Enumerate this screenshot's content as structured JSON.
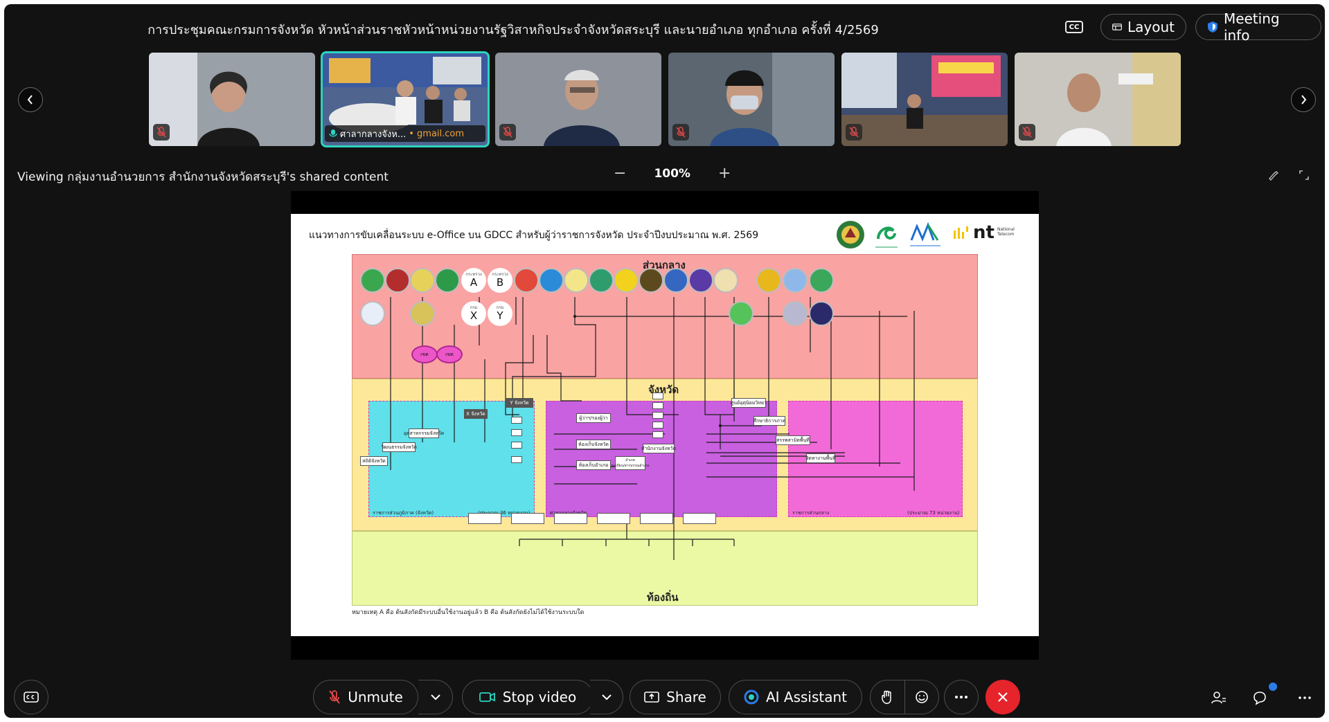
{
  "header": {
    "title": "การประชุมคณะกรมการจังหวัด หัวหน้าส่วนราชหัวหน้าหน่วยงานรัฐวิสาหกิจประจำจังหวัดสระบุรี และนายอำเภอ ทุกอำเภอ ครั้งที่ 4/2569",
    "layout_label": "Layout",
    "meeting_info_label": "Meeting info",
    "cc_label": "CC"
  },
  "participants": [
    {
      "bg": "#8a8f97",
      "muted": true
    },
    {
      "bg": "#5a6b8c",
      "muted": false,
      "label_name": "ศาลากลางจังห...",
      "label_email": "• gmail.com",
      "active": true
    },
    {
      "bg": "#7e8490",
      "muted": true
    },
    {
      "bg": "#5d6870",
      "muted": true
    },
    {
      "bg": "#4d5a7a",
      "muted": true
    },
    {
      "bg": "#c4c2bc",
      "muted": true
    }
  ],
  "viewing": {
    "text": "Viewing กลุ่มงานอำนวยการ สำนักงานจังหวัดสระบุรี's shared content",
    "zoom": "100%"
  },
  "slide": {
    "title": "แนวทางการขับเคลื่อนระบบ e-Office บน GDCC สำหรับผู้ว่าราชการจังหวัด ประจำปีงบประมาณ พ.ศ. 2569",
    "zone_central": "ส่วนกลาง",
    "zone_province": "จังหวัด",
    "zone_local": "ท้องถิ่น",
    "note": "หมายเหตุ A คือ ต้นสังกัดมีระบบอื่นใช้งานอยู่แล้ว B คือ ต้นสังกัดยังไม่ได้ใช้งานระบบใด",
    "logo_nt": "nt",
    "logo_nt_sub": "National Telecom",
    "ministry_label": "กระทรวง",
    "dept_label": "กรม",
    "letters": [
      "A",
      "B",
      "X",
      "Y"
    ],
    "zone_label": "เขต",
    "x_province": "X จังหวัด",
    "y_province": "Y จังหวัด",
    "nodes": {
      "governor": "ผู้ว่าฯ/รองผู้ว่า",
      "prov_office_room": "ห้องเก็บจังหวัด",
      "district_room": "ห้องเก็บอำเภอ",
      "district": "อำเภอ",
      "district_sub": "ทะเบียน/สารบรรณอำเภอ",
      "prov_office": "สำนักงานจังหวัด",
      "industry": "อุตสาหกรรมจังหวัด",
      "culture": "วัฒนธรรมจังหวัด",
      "statistics": "สถิติจังหวัด",
      "science_center": "ศูนย์อุตุนิยมวิทยา",
      "edu_region": "ศึกษาธิการภาค",
      "revenue_area": "สรรพสามิตพื้นที่",
      "land_office": "จัดหางานพื้นที่"
    },
    "regional_label": "ราชการส่วนภูมิภาค (จังหวัด)",
    "regional_count": "(ประมาณ 36 หน่วยงาน)",
    "city_hall_label": "ศาลากลางจังหวัด",
    "central_label": "ราชการส่วนกลาง",
    "central_count": "(ประมาณ 73 หน่วยงาน)"
  },
  "toolbar": {
    "unmute_label": "Unmute",
    "stop_video_label": "Stop video",
    "share_label": "Share",
    "ai_label": "AI Assistant"
  },
  "colors": {
    "accent_teal": "#2dd4bf",
    "end_call_red": "#e5242b",
    "muted_red": "#e04848",
    "central_zone": "#f9a3a3",
    "province_zone": "#fde89a",
    "local_zone": "#ecf9a4",
    "cyan_box": "#5fe0ea",
    "purple_box": "#c860e0",
    "pink_box": "#f26ad8",
    "notification_dot": "#2b7de9"
  }
}
